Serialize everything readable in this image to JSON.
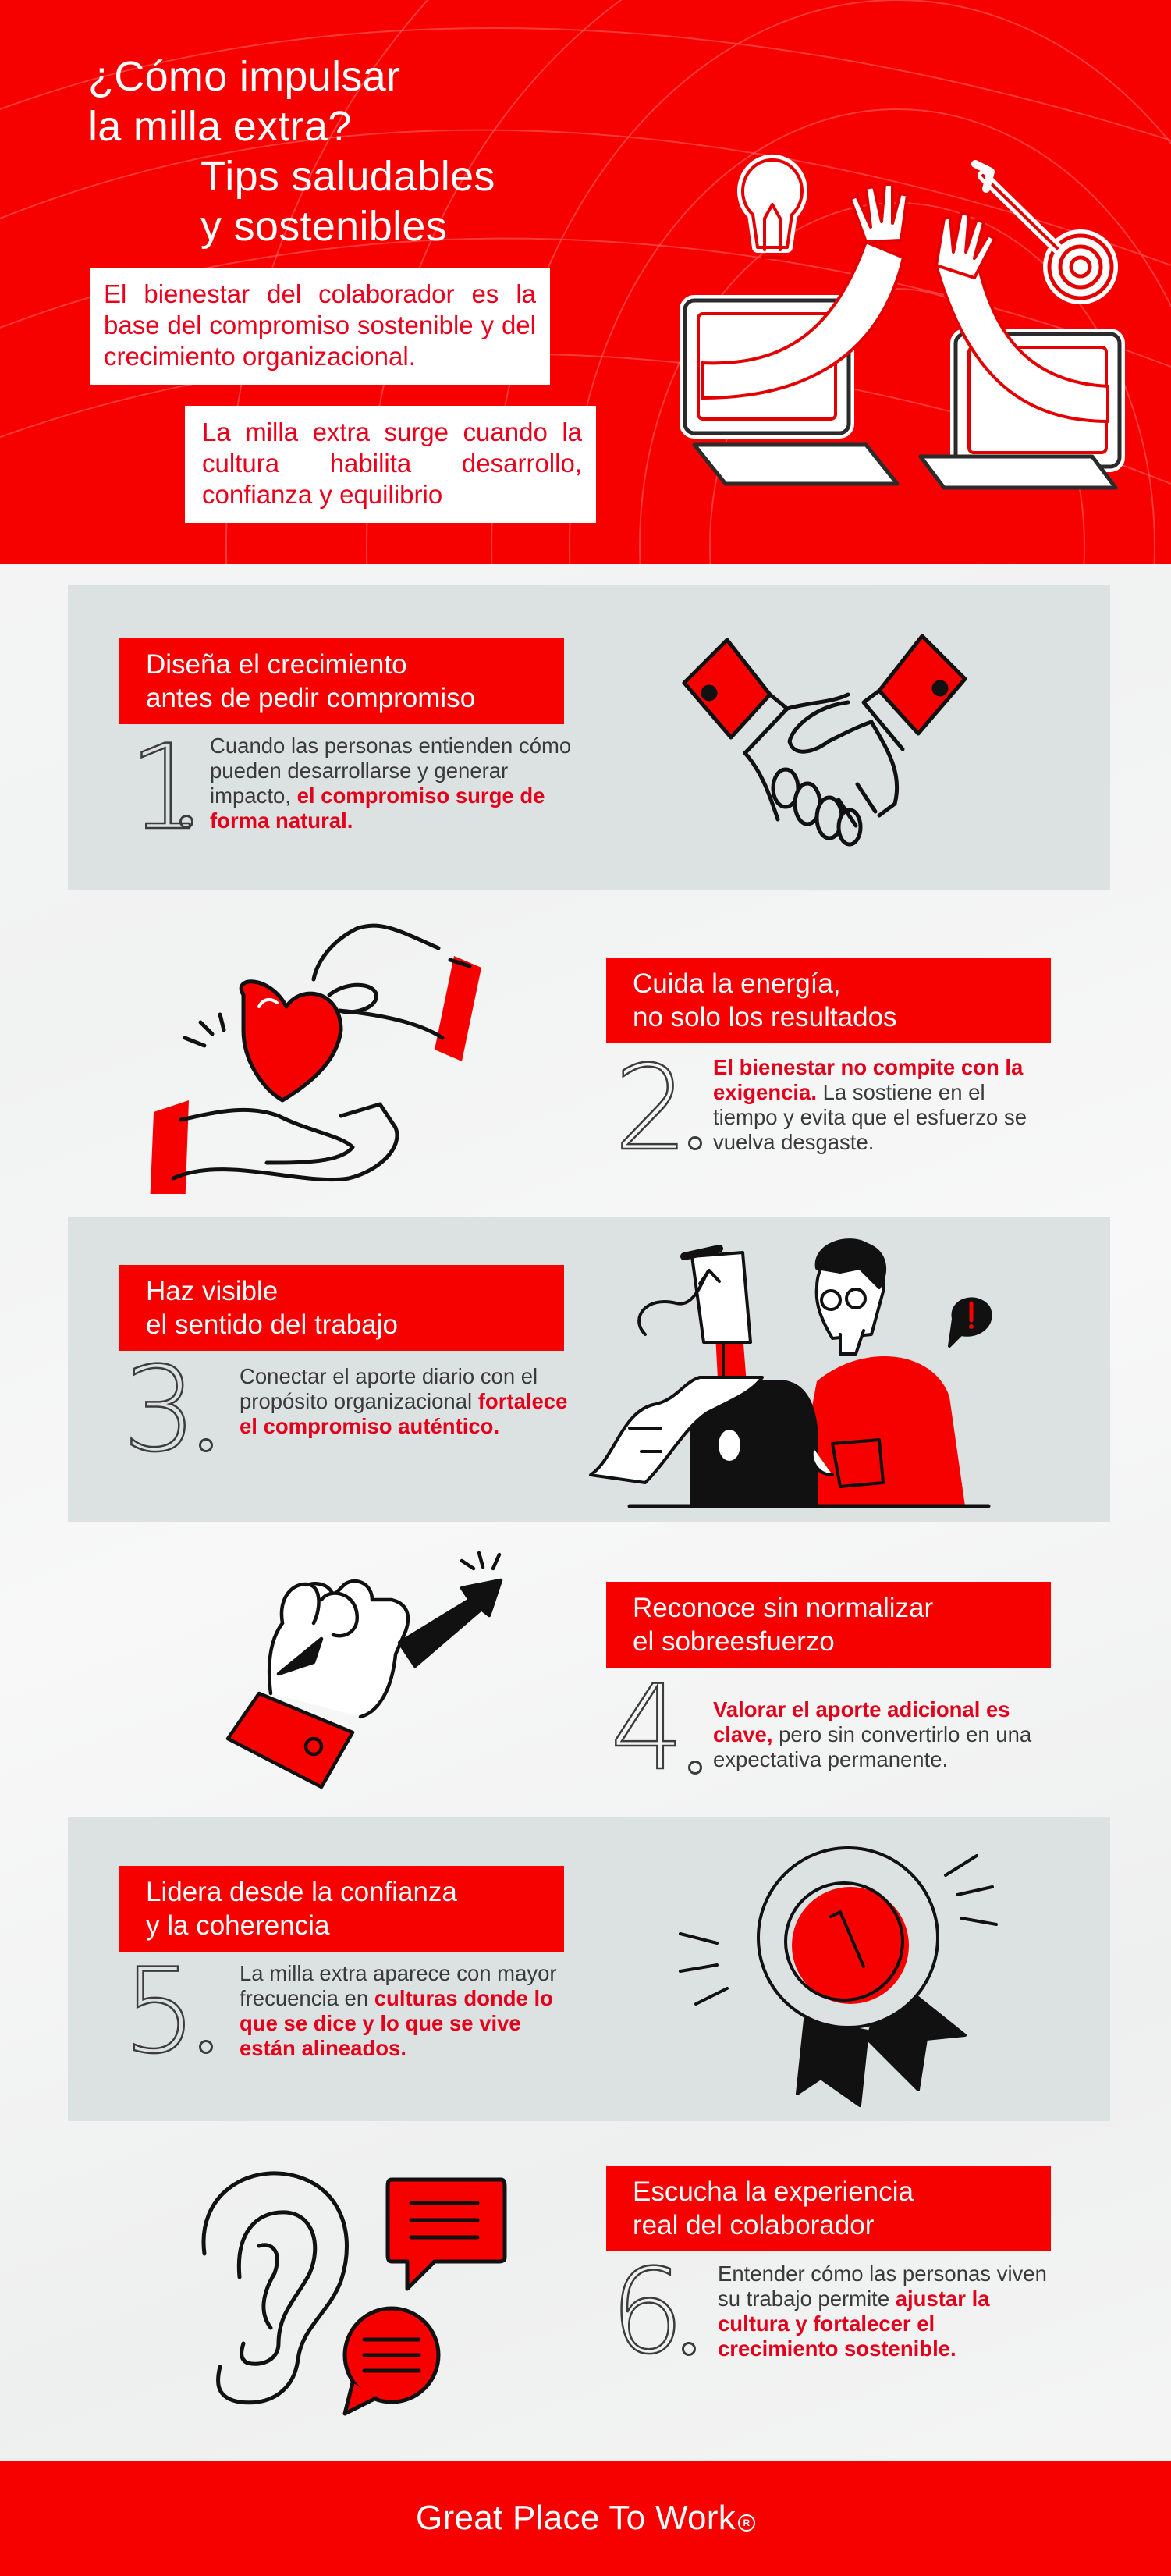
{
  "colors": {
    "brand_red": "#f70000",
    "highlight_red": "#e3001b",
    "panel_grey": "#dce2e1",
    "text_dark": "#3a3a3a",
    "white": "#ffffff"
  },
  "header": {
    "title_line_1": "¿Cómo impulsar",
    "title_line_2": "la milla extra?",
    "subtitle_line_1": "Tips saludables",
    "subtitle_line_2": "y sostenibles",
    "box_1_text": "El bienestar del colaborador es la base del compromiso sostenible y del crecimiento organizacional.",
    "box_2_text": "La milla extra surge cuando la cultura habilita desarrollo, confianza y equilibrio",
    "illustration": "laptops-high-five-with-lightbulb-and-target-icon"
  },
  "tips": [
    {
      "number": "1",
      "title_line_1": "Diseña el crecimiento",
      "title_line_2": "antes de pedir compromiso",
      "text_plain": "Cuando las personas entienden cómo pueden desarrollarse y generar impacto, ",
      "text_highlight": "el compromiso surge de forma natural.",
      "illustration": "handshake-icon"
    },
    {
      "number": "2",
      "title_line_1": "Cuida la energía,",
      "title_line_2": "no solo los resultados",
      "text_highlight": "El bienestar no compite con la exigencia.",
      "text_plain": " La sostiene en el tiempo y evita que el esfuerzo se vuelva desgaste.",
      "illustration": "hands-giving-heart-icon"
    },
    {
      "number": "3",
      "title_line_1": "Haz visible",
      "title_line_2": "el sentido del trabajo",
      "text_plain": "Conectar el aporte diario con el propósito organizacional ",
      "text_highlight": "fortalece el compromiso auténtico.",
      "illustration": "person-at-typewriter-icon"
    },
    {
      "number": "4",
      "title_line_1": "Reconoce sin normalizar",
      "title_line_2": "el sobreesfuerzo",
      "text_highlight": "Valorar el aporte adicional es clave,",
      "text_plain": " pero sin convertirlo en una expectativa permanente.",
      "illustration": "fist-with-growth-arrow-icon"
    },
    {
      "number": "5",
      "title_line_1": "Lidera desde la confianza",
      "title_line_2": "y la coherencia",
      "text_plain": "La milla extra aparece con mayor frecuencia en ",
      "text_highlight": "culturas donde lo que se dice y lo que se vive están alineados.",
      "illustration": "first-place-medal-icon"
    },
    {
      "number": "6",
      "title_line_1": "Escucha la experiencia",
      "title_line_2": "real del colaborador",
      "text_plain": "Entender cómo las personas viven su trabajo permite ",
      "text_highlight": "ajustar la cultura y fortalecer el crecimiento sostenible.",
      "illustration": "ear-with-speech-bubbles-icon"
    }
  ],
  "footer": {
    "brand": "Great Place To Work",
    "registered_mark": "R"
  }
}
